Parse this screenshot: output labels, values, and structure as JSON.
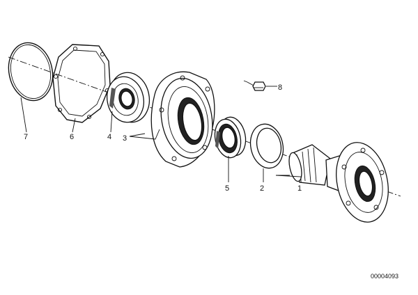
{
  "labels": {
    "p1": "1",
    "p2": "2",
    "p3": "3",
    "p4": "4",
    "p5": "5",
    "p6": "6",
    "p7": "7",
    "p8": "8"
  },
  "drawing_number": "00004093"
}
